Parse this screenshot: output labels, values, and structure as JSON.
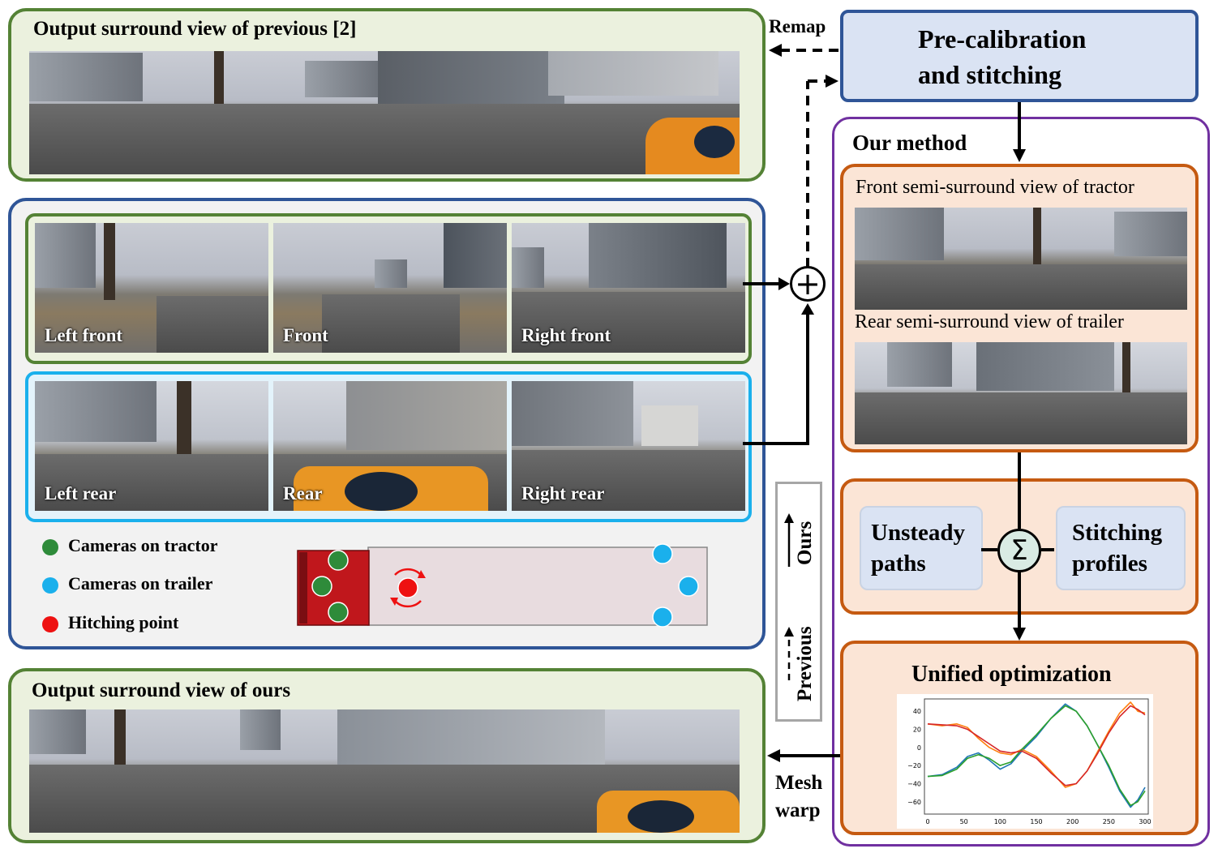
{
  "top_panel": {
    "title": "Output surround view of previous [2]"
  },
  "bottom_panel": {
    "title": "Output surround view of ours"
  },
  "front_views": [
    "Left front",
    "Front",
    "Right front"
  ],
  "rear_views": [
    "Left rear",
    "Rear",
    "Right rear"
  ],
  "legend": {
    "tractor": "Cameras on tractor",
    "trailer": "Cameras on trailer",
    "hitch": "Hitching point",
    "colors": {
      "tractor": "#2e8b3a",
      "trailer": "#1ab0ec",
      "hitch": "#ee1111"
    }
  },
  "precal": {
    "line1": "Pre-calibration",
    "line2": "and stitching"
  },
  "remap_label": "Remap",
  "method": {
    "title": "Our method",
    "front_semi": "Front semi-surround view of tractor",
    "rear_semi": "Rear semi-surround view of trailer",
    "unsteady": "Unsteady paths",
    "profiles": "Stitching profiles",
    "unified": "Unified optimization"
  },
  "arrow_legend": {
    "ours": "Ours",
    "previous": "Previous"
  },
  "mesh_warp": {
    "line1": "Mesh",
    "line2": "warp"
  },
  "symbols": {
    "sum": "Σ",
    "plus": "+"
  },
  "chart_data": {
    "type": "line",
    "x_ticks": [
      "0",
      "50",
      "100",
      "150",
      "200",
      "250",
      "300"
    ],
    "y_ticks": [
      "40",
      "20",
      "0",
      "−20",
      "−40",
      "−60"
    ],
    "xlim": [
      0,
      300
    ],
    "ylim": [
      -70,
      50
    ],
    "series": [
      {
        "color": "#1f77b4",
        "x": [
          0,
          20,
          40,
          55,
          70,
          85,
          100,
          115,
          130,
          150,
          170,
          190,
          205,
          220,
          235,
          250,
          265,
          280,
          290,
          300
        ],
        "y": [
          -32,
          -30,
          -22,
          -10,
          -6,
          -14,
          -24,
          -18,
          -4,
          12,
          32,
          48,
          40,
          24,
          2,
          -22,
          -48,
          -66,
          -58,
          -44
        ]
      },
      {
        "color": "#ff7f0e",
        "x": [
          0,
          20,
          40,
          55,
          70,
          85,
          100,
          115,
          130,
          150,
          170,
          190,
          205,
          220,
          235,
          250,
          265,
          280,
          290,
          300
        ],
        "y": [
          26,
          24,
          26,
          22,
          10,
          0,
          -6,
          -8,
          -2,
          -10,
          -26,
          -44,
          -40,
          -26,
          -4,
          18,
          38,
          50,
          40,
          38
        ]
      },
      {
        "color": "#2ca02c",
        "x": [
          0,
          20,
          40,
          55,
          70,
          85,
          100,
          115,
          130,
          150,
          170,
          190,
          205,
          220,
          235,
          250,
          265,
          280,
          290,
          300
        ],
        "y": [
          -32,
          -31,
          -24,
          -12,
          -8,
          -12,
          -20,
          -16,
          -2,
          14,
          32,
          46,
          40,
          24,
          2,
          -20,
          -46,
          -64,
          -60,
          -48
        ]
      },
      {
        "color": "#d62728",
        "x": [
          0,
          20,
          40,
          55,
          70,
          85,
          100,
          115,
          130,
          150,
          170,
          190,
          205,
          220,
          235,
          250,
          265,
          280,
          290,
          300
        ],
        "y": [
          26,
          25,
          24,
          20,
          12,
          4,
          -4,
          -6,
          -4,
          -12,
          -28,
          -42,
          -40,
          -26,
          -6,
          16,
          34,
          46,
          42,
          36
        ]
      }
    ]
  }
}
